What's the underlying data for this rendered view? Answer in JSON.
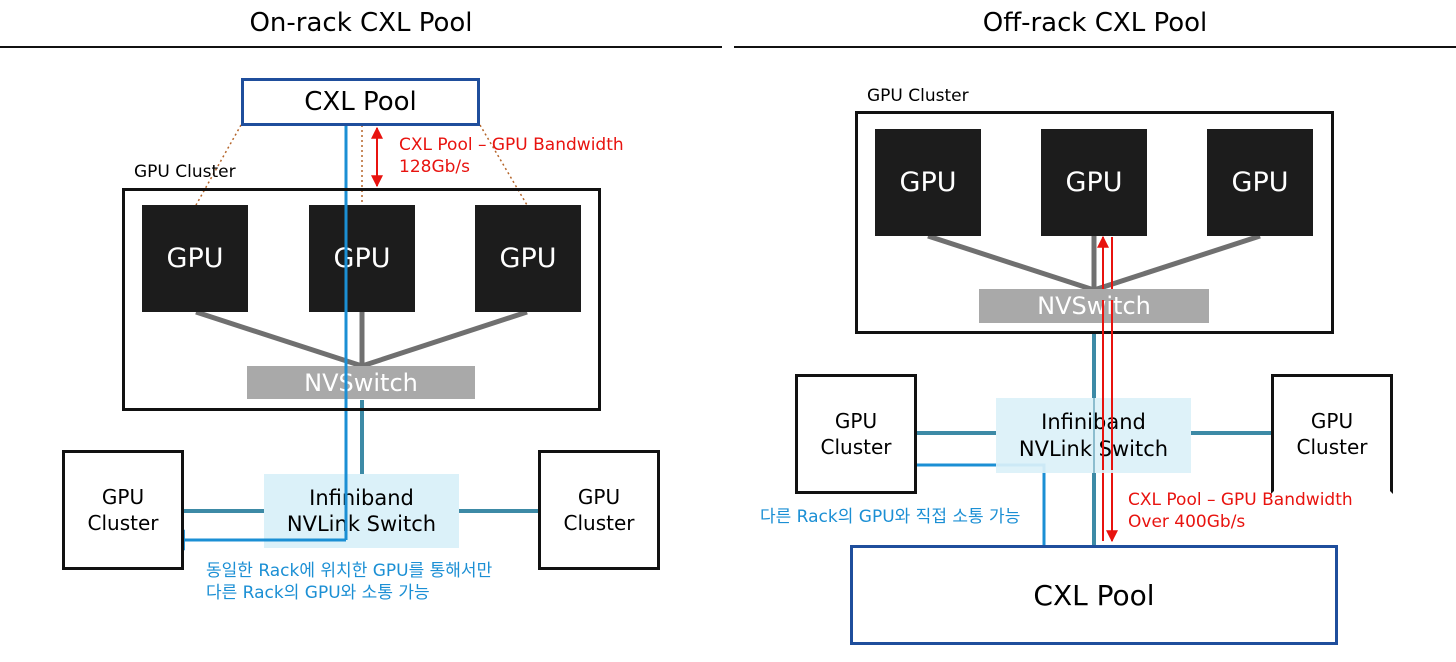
{
  "left": {
    "title": "On-rack CXL Pool",
    "cxl_pool": "CXL Pool",
    "cluster_label": "GPU Cluster",
    "gpus": [
      "GPU",
      "GPU",
      "GPU"
    ],
    "nvswitch": "NVSwitch",
    "switch_line1": "Infiniband",
    "switch_line2": "NVLink Switch",
    "cluster_left_line1": "GPU",
    "cluster_left_line2": "Cluster",
    "cluster_right_line1": "GPU",
    "cluster_right_line2": "Cluster",
    "bandwidth_line1": "CXL Pool – GPU Bandwidth",
    "bandwidth_line2": "128Gb/s",
    "note_line1": "동일한 Rack에 위치한 GPU를 통해서만",
    "note_line2": "다른 Rack의 GPU와 소통 가능"
  },
  "right": {
    "title": "Off-rack CXL Pool",
    "cluster_label": "GPU Cluster",
    "gpus": [
      "GPU",
      "GPU",
      "GPU"
    ],
    "nvswitch": "NVSwitch",
    "switch_line1": "Infiniband",
    "switch_line2": "NVLink Switch",
    "cluster_left_line1": "GPU",
    "cluster_left_line2": "Cluster",
    "cluster_right_line1": "GPU",
    "cluster_right_line2": "Cluster",
    "bandwidth_line1": "CXL Pool – GPU Bandwidth",
    "bandwidth_line2": "Over 400Gb/s",
    "note": "다른 Rack의 GPU와 직접 소통 가능",
    "cxl_pool": "CXL Pool"
  },
  "colors": {
    "gpu_fill": "#1c1c1c",
    "nvswitch_fill": "#a9a9a9",
    "switch_fill": "#dbf1f9",
    "pool_border": "#1f4e9c",
    "link_teal": "#3d8aa6",
    "path_blue": "#1b8fd4",
    "bandwidth_red": "#e8130f",
    "dotted_brown": "#b5652a"
  }
}
